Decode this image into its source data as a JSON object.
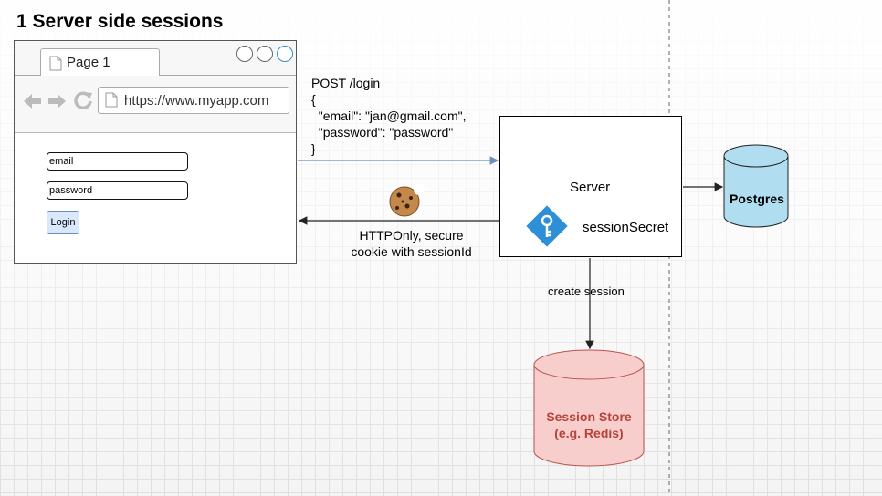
{
  "title": "1 Server side sessions",
  "browser": {
    "tab_label": "Page 1",
    "url": "https://www.myapp.com",
    "email_placeholder": "email",
    "password_placeholder": "password",
    "login_label": "Login"
  },
  "request": {
    "line1": "POST /login",
    "line2": "{",
    "line3": "  \"email\": \"jan@gmail.com\",",
    "line4": "  \"password\": \"password\"",
    "line5": "}"
  },
  "response": {
    "line1": "HTTPOnly, secure",
    "line2": "cookie with sessionId"
  },
  "server": {
    "label": "Server",
    "secret_label": "sessionSecret"
  },
  "create_session_label": "create session",
  "postgres_label": "Postgres",
  "store": {
    "line1": "Session Store",
    "line2": "(e.g. Redis)"
  },
  "colors": {
    "postgres_fill": "#b1ddf0",
    "store_fill": "#f8cecc",
    "store_text": "#b5433a",
    "key_icon": "#2d8fd6"
  }
}
